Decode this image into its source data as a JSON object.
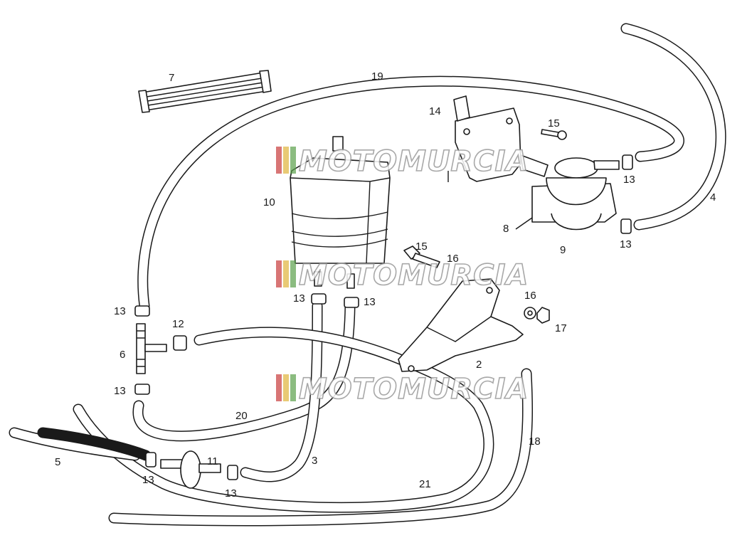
{
  "watermark": {
    "text": "MOTOMURCIA",
    "stripe_colors": [
      "#c83a3a",
      "#e0b43a",
      "#5aa04a",
      "#8a8a8a"
    ]
  },
  "callouts": {
    "c2": "2",
    "c3": "3",
    "c4": "4",
    "c5": "5",
    "c6": "6",
    "c7": "7",
    "c8": "8",
    "c9": "9",
    "c10": "10",
    "c11": "11",
    "c12": "12",
    "c13a": "13",
    "c13b": "13",
    "c13c": "13",
    "c13d": "13",
    "c13e": "13",
    "c13f": "13",
    "c13g": "13",
    "c13h": "13",
    "c14": "14",
    "c15a": "15",
    "c15b": "15",
    "c16a": "16",
    "c16b": "16",
    "c17": "17",
    "c18": "18",
    "c19": "19",
    "c20": "20",
    "c21": "21"
  }
}
